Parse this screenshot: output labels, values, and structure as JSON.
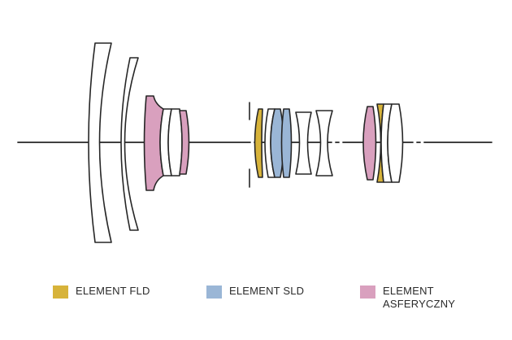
{
  "colors": {
    "fld": "#d7b33a",
    "sld": "#9ab6d6",
    "aspherical": "#d9a0be",
    "outline": "#262626"
  },
  "legend": [
    {
      "label": "ELEMENT FLD",
      "color": "#d7b33a"
    },
    {
      "label": "ELEMENT SLD",
      "color": "#9ab6d6"
    },
    {
      "label": "ELEMENT ASFERYCZNY",
      "color": "#d9a0be"
    }
  ]
}
